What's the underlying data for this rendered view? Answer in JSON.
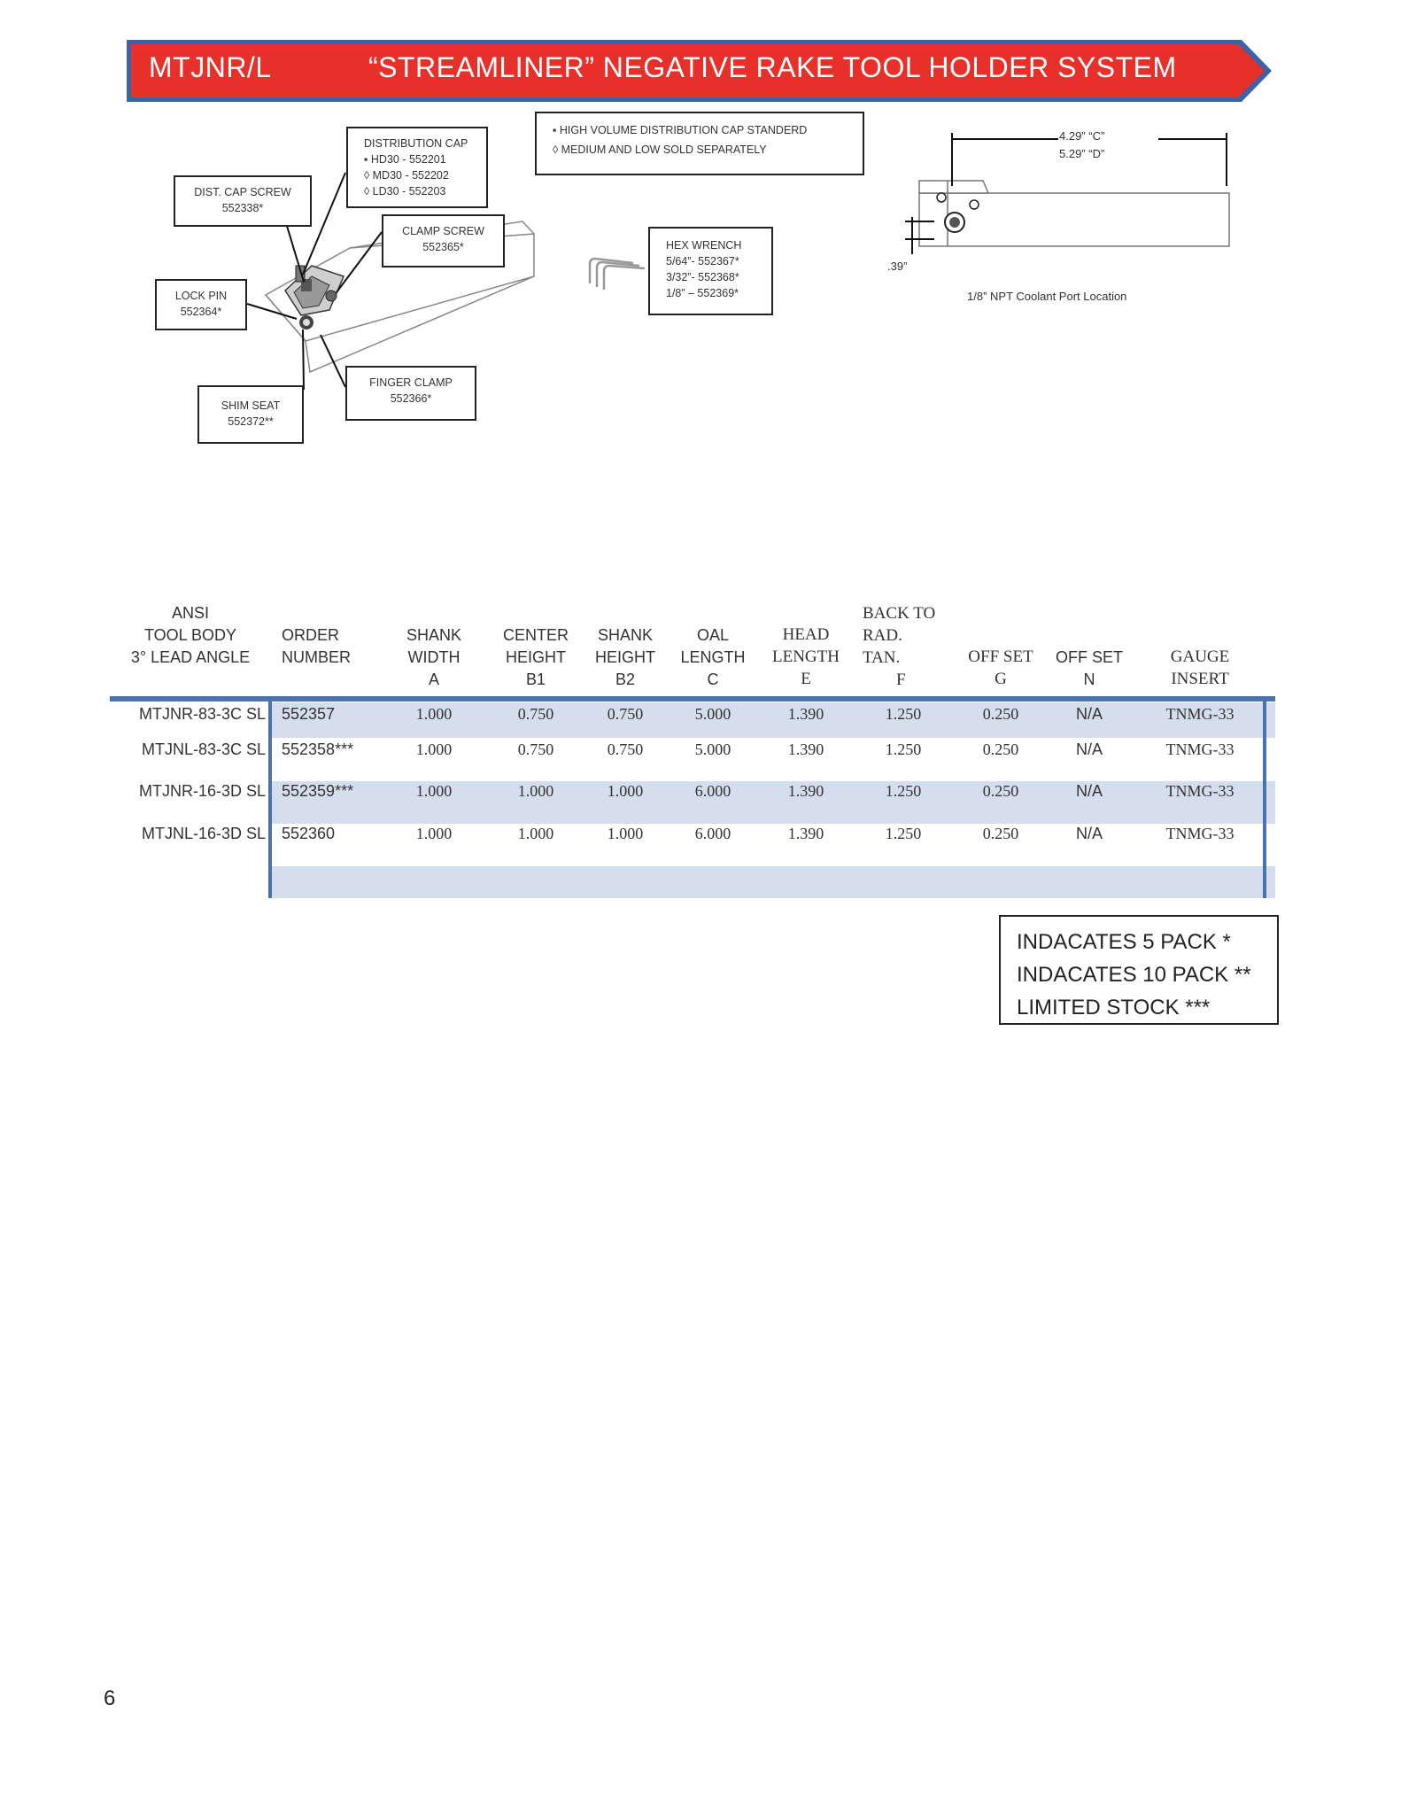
{
  "banner": {
    "code": "MTJNR/L",
    "title": "“STREAMLINER” NEGATIVE RAKE TOOL HOLDER SYSTEM",
    "color": "#e8302a",
    "border_color": "#3a63a8"
  },
  "callouts": {
    "distribution_cap": {
      "title": "DISTRIBUTION CAP",
      "l1": "▪ HD30 - 552201",
      "l2": "◊ MD30 - 552202",
      "l3": "◊ LD30 -   552203"
    },
    "dist_cap_screw": {
      "title": "DIST. CAP SCREW",
      "code": "552338*"
    },
    "clamp_screw": {
      "title": "CLAMP SCREW",
      "code": "552365*"
    },
    "lock_pin": {
      "title": "LOCK PIN",
      "code": "552364*"
    },
    "finger_clamp": {
      "title": "FINGER CLAMP",
      "code": "552366*"
    },
    "shim_seat": {
      "title": "SHIM SEAT",
      "code": "552372**"
    },
    "hex_wrench": {
      "title": "HEX WRENCH",
      "l1": "5/64”- 552367*",
      "l2": "3/32”- 552368*",
      "l3": "1/8” – 552369*"
    }
  },
  "note_box": {
    "line1": "▪ HIGH VOLUME DISTRIBUTION CAP STANDERD",
    "line2": "◊ MEDIUM AND LOW SOLD SEPARATELY"
  },
  "dimension_drawing": {
    "dim_c": "4.29” “C”",
    "dim_d": "5.29” “D”",
    "dim_small": ".39”",
    "caption": "1/8” NPT Coolant Port Location"
  },
  "table": {
    "headers": {
      "ansi": [
        "ANSI",
        "TOOL BODY",
        "3° LEAD ANGLE"
      ],
      "order": [
        "ORDER",
        "NUMBER"
      ],
      "shank_width": [
        "SHANK",
        "WIDTH",
        "A"
      ],
      "center_height": [
        "CENTER",
        "HEIGHT",
        "B1"
      ],
      "shank_height": [
        "SHANK",
        "HEIGHT",
        "B2"
      ],
      "oal": [
        "OAL",
        "LENGTH",
        "C"
      ],
      "head_length": [
        "HEAD",
        "LENGTH",
        "E"
      ],
      "back_to_rad": [
        "BACK TO",
        "RAD.",
        "TAN.",
        "F"
      ],
      "offset_g": [
        "OFF SET",
        "G"
      ],
      "offset_n": [
        "OFF SET",
        "N"
      ],
      "gauge": [
        "GAUGE",
        "INSERT"
      ]
    },
    "rows": [
      {
        "ansi": "MTJNR-83-3C SL",
        "order": "552357",
        "a": "1.000",
        "b1": "0.750",
        "b2": "0.750",
        "c": "5.000",
        "e": "1.390",
        "f": "1.250",
        "g": "0.250",
        "n": "N/A",
        "insert": "TNMG-33"
      },
      {
        "ansi": "MTJNL-83-3C SL",
        "order": "552358***",
        "a": "1.000",
        "b1": "0.750",
        "b2": "0.750",
        "c": "5.000",
        "e": "1.390",
        "f": "1.250",
        "g": "0.250",
        "n": "N/A",
        "insert": "TNMG-33"
      },
      {
        "ansi": "MTJNR-16-3D SL",
        "order": "552359***",
        "a": "1.000",
        "b1": "1.000",
        "b2": "1.000",
        "c": "6.000",
        "e": "1.390",
        "f": "1.250",
        "g": "0.250",
        "n": "N/A",
        "insert": "TNMG-33"
      },
      {
        "ansi": "MTJNL-16-3D SL",
        "order": "552360",
        "a": "1.000",
        "b1": "1.000",
        "b2": "1.000",
        "c": "6.000",
        "e": "1.390",
        "f": "1.250",
        "g": "0.250",
        "n": "N/A",
        "insert": "TNMG-33"
      }
    ],
    "accent_color": "#4a72b0",
    "stripe_color": "#d5deec"
  },
  "legend": {
    "l1": "INDACATES 5 PACK *",
    "l2": "INDACATES 10 PACK **",
    "l3": "LIMITED STOCK ***"
  },
  "page_number": "6"
}
